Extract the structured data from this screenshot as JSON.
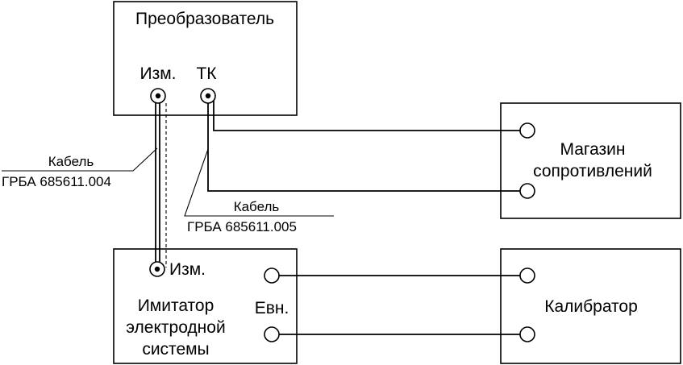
{
  "converter": {
    "title": "Преобразователь",
    "port_meas": "Изм.",
    "port_tk": "ТК"
  },
  "resistance_box": {
    "line1": "Магазин",
    "line2": "сопротивлений"
  },
  "simulator": {
    "port_meas": "Изм.",
    "line1": "Имитатор",
    "line2": "электродной",
    "line3": "системы",
    "port_evn": "Евн."
  },
  "calibrator": {
    "title": "Калибратор"
  },
  "cable_1": {
    "title": "Кабель",
    "code": "ГРБА 685611.004"
  },
  "cable_2": {
    "title": "Кабель",
    "code": "ГРБА 685611.005"
  }
}
